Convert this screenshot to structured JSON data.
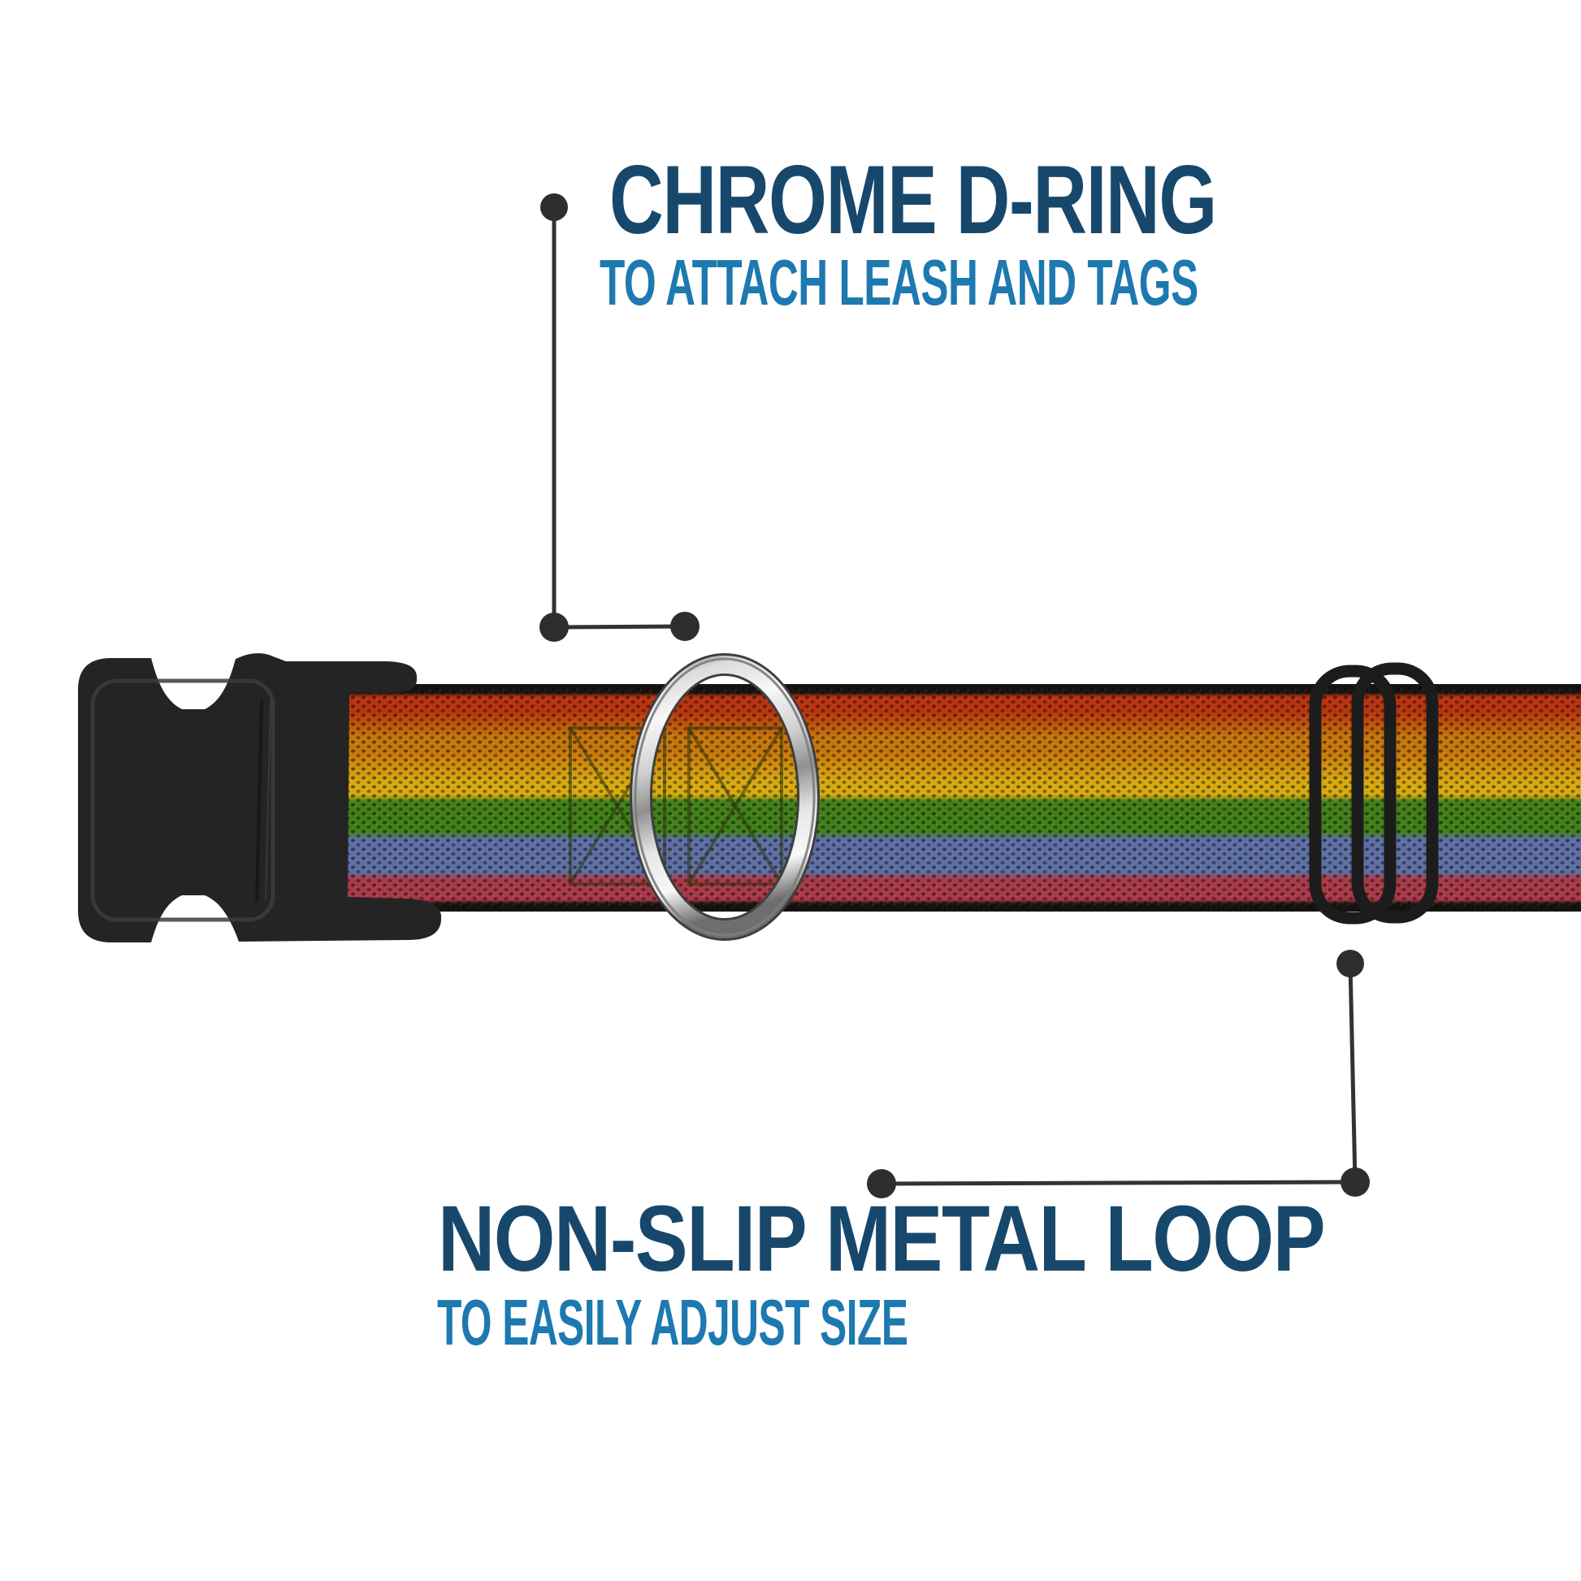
{
  "image": {
    "kind": "product-infographic",
    "subject": "rainbow striped adjustable pet collar"
  },
  "callouts": {
    "dring": {
      "title": "CHROME D-RING",
      "subtitle": "TO ATTACH LEASH AND TAGS"
    },
    "loop": {
      "title": "NON-SLIP METAL LOOP",
      "subtitle": "TO EASILY ADJUST SIZE"
    }
  },
  "product_parts": [
    "side-release-buckle",
    "rainbow-webbing",
    "chrome-d-ring",
    "metal-slider-loop"
  ],
  "colors": {
    "background": "#ffffff",
    "title_color": "#17486c",
    "subtitle_color": "#1d79b0",
    "callout_line": "#333333",
    "callout_dot": "#2e2e2e",
    "buckle_black": "#242424",
    "buckle_highlight": "#3c3c3c",
    "band_edge": "#141414",
    "stripe_red": "#b93510",
    "stripe_orange": "#c7780c",
    "stripe_yellow": "#d7ab10",
    "stripe_green": "#41801c",
    "stripe_blue": "#5d71a7",
    "stripe_raspberry": "#aa3b4a",
    "stitch_color": "#2c3409",
    "chrome_light": "#f8f8f8",
    "chrome_mid": "#909090",
    "chrome_dark": "#6e6e6e",
    "chrome_edge": "#3f3f3f",
    "slider_black": "#1c1c1c"
  }
}
